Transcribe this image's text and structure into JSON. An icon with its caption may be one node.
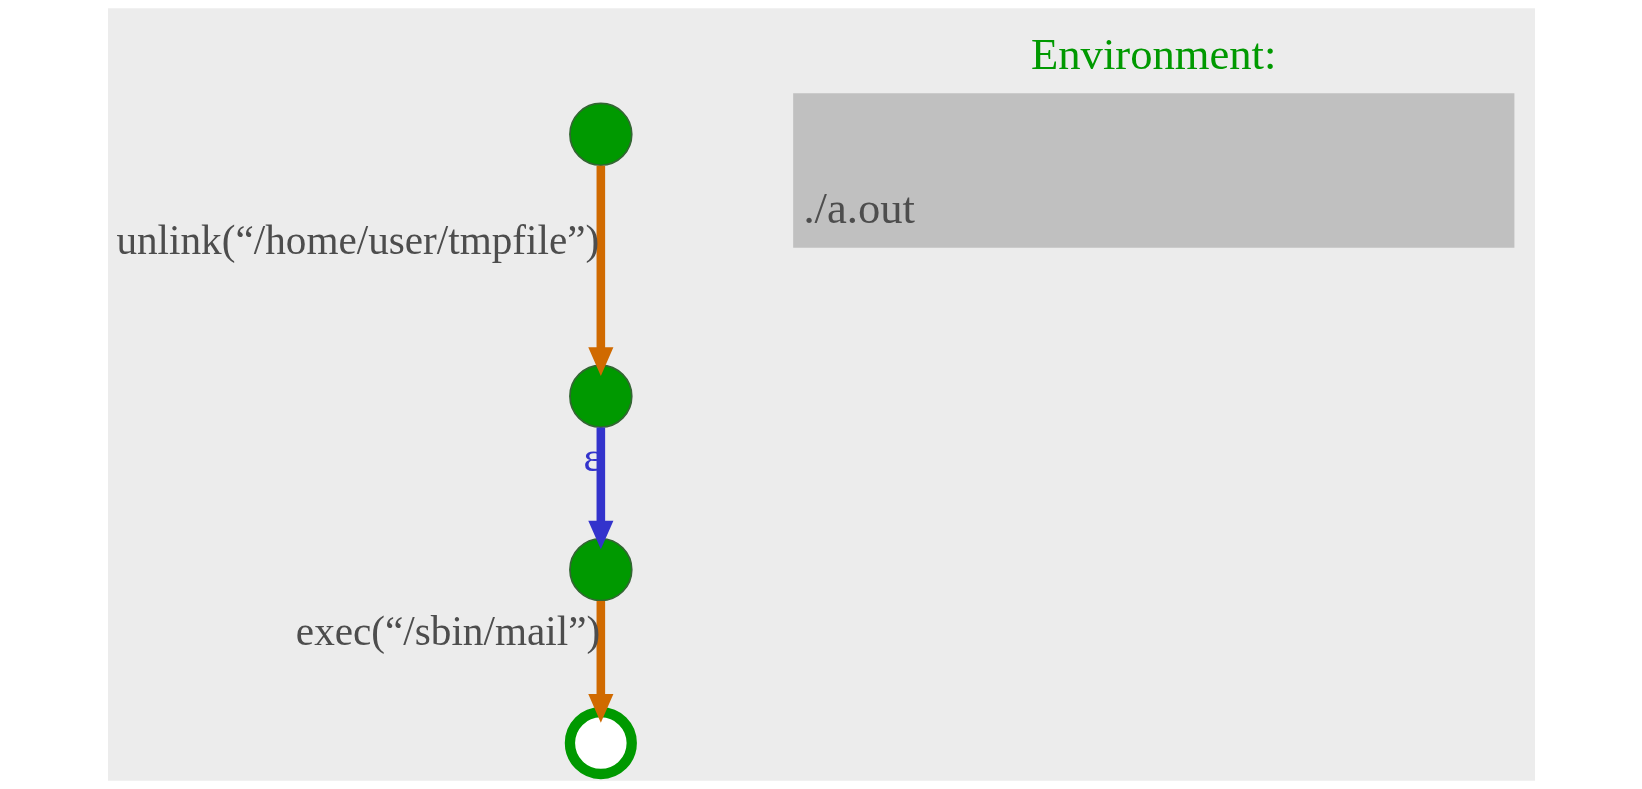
{
  "diagram": {
    "nodes": [
      {
        "text": [],
        "shape": "circle"
      },
      {
        "text": [],
        "shape": "circle"
      },
      {
        "text": [],
        "shape": "circle"
      },
      {
        "text": [],
        "shape": "ring"
      },
      {
        "text": [
          "Environment:",
          "./a.out"
        ]
      }
    ],
    "edges": [
      {
        "from": 0,
        "to": 1,
        "arrow": "to",
        "label": "unlink(“/home/user/tmpfile”)"
      },
      {
        "from": 1,
        "to": 2,
        "arrow": "to",
        "label": "ε",
        "color": "#3333cc"
      },
      {
        "from": 2,
        "to": 3,
        "arrow": "to",
        "label": "exec(“/sbin/mail”)"
      }
    ]
  }
}
